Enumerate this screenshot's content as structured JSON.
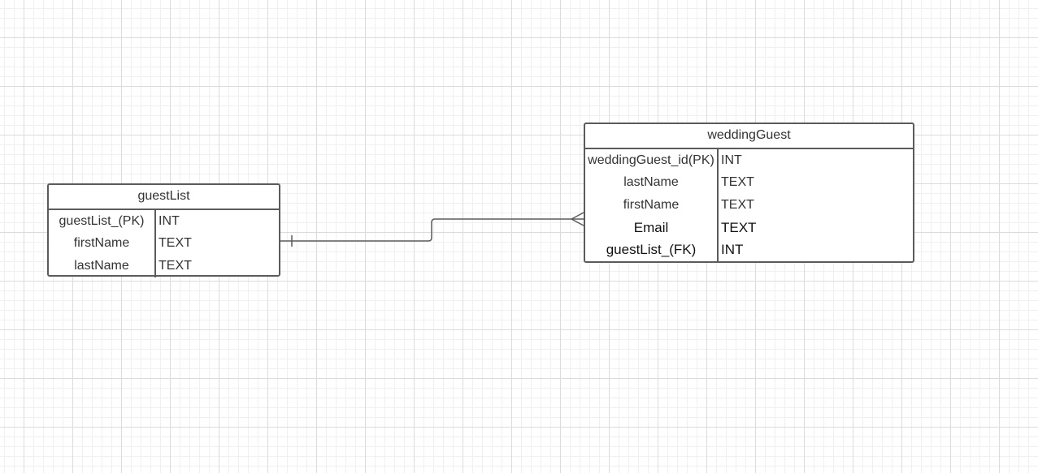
{
  "diagram": {
    "entities": [
      {
        "id": "guestList",
        "title": "guestList",
        "rows": [
          {
            "name": "guestList_(PK)",
            "type": "INT"
          },
          {
            "name": "firstName",
            "type": "TEXT"
          },
          {
            "name": "lastName",
            "type": "TEXT"
          }
        ]
      },
      {
        "id": "weddingGuest",
        "title": "weddingGuest",
        "rows": [
          {
            "name": "weddingGuest_id(PK)",
            "type": "INT"
          },
          {
            "name": "lastName",
            "type": "TEXT"
          },
          {
            "name": "firstName",
            "type": "TEXT"
          },
          {
            "name": "Email",
            "type": "TEXT"
          },
          {
            "name": "guestList_(FK)",
            "type": "INT"
          }
        ]
      }
    ],
    "relationships": [
      {
        "from": "guestList",
        "to": "weddingGuest",
        "from_cardinality": "one",
        "to_cardinality": "many"
      }
    ],
    "colors": {
      "border": "#5b5b5b",
      "text": "#333333",
      "grid_major": "#dcdcdc",
      "grid_minor": "#f0f0f0"
    }
  }
}
